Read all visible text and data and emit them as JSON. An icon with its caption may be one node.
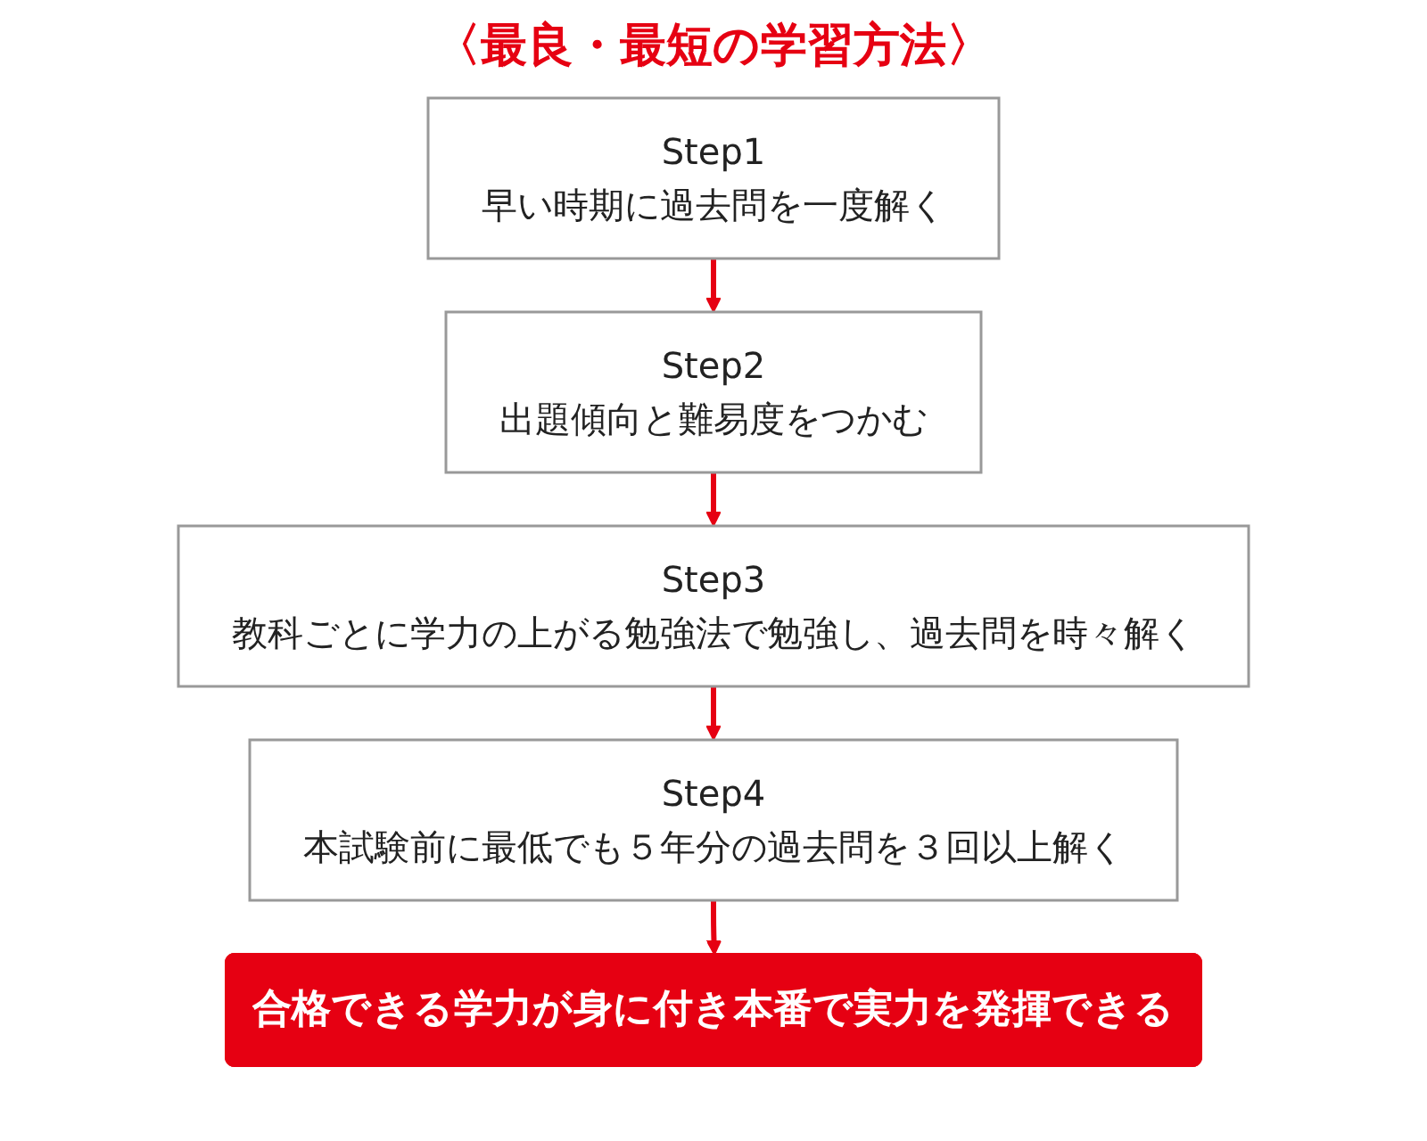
{
  "diagram": {
    "title": "〈最良・最短の学習方法〉",
    "nodes": [
      {
        "text": [
          "Step1",
          "早い時期に過去問を一度解く"
        ]
      },
      {
        "text": [
          "Step2",
          "出題傾向と難易度をつかむ"
        ]
      },
      {
        "text": [
          "Step3",
          "教科ごとに学力の上がる勉強法で勉強し、過去問を時々解く"
        ]
      },
      {
        "text": [
          "Step4",
          "本試験前に最低でも５年分の過去問を３回以上解く"
        ]
      },
      {
        "text": [
          "合格できる学力が身に付き本番で実力を発揮できる"
        ]
      }
    ],
    "edges": [
      {
        "from": 0,
        "to": 1,
        "arrow": "to"
      },
      {
        "from": 1,
        "to": 2,
        "arrow": "to"
      },
      {
        "from": 2,
        "to": 3,
        "arrow": "to"
      },
      {
        "from": 3,
        "to": 4,
        "arrow": "to"
      }
    ]
  }
}
